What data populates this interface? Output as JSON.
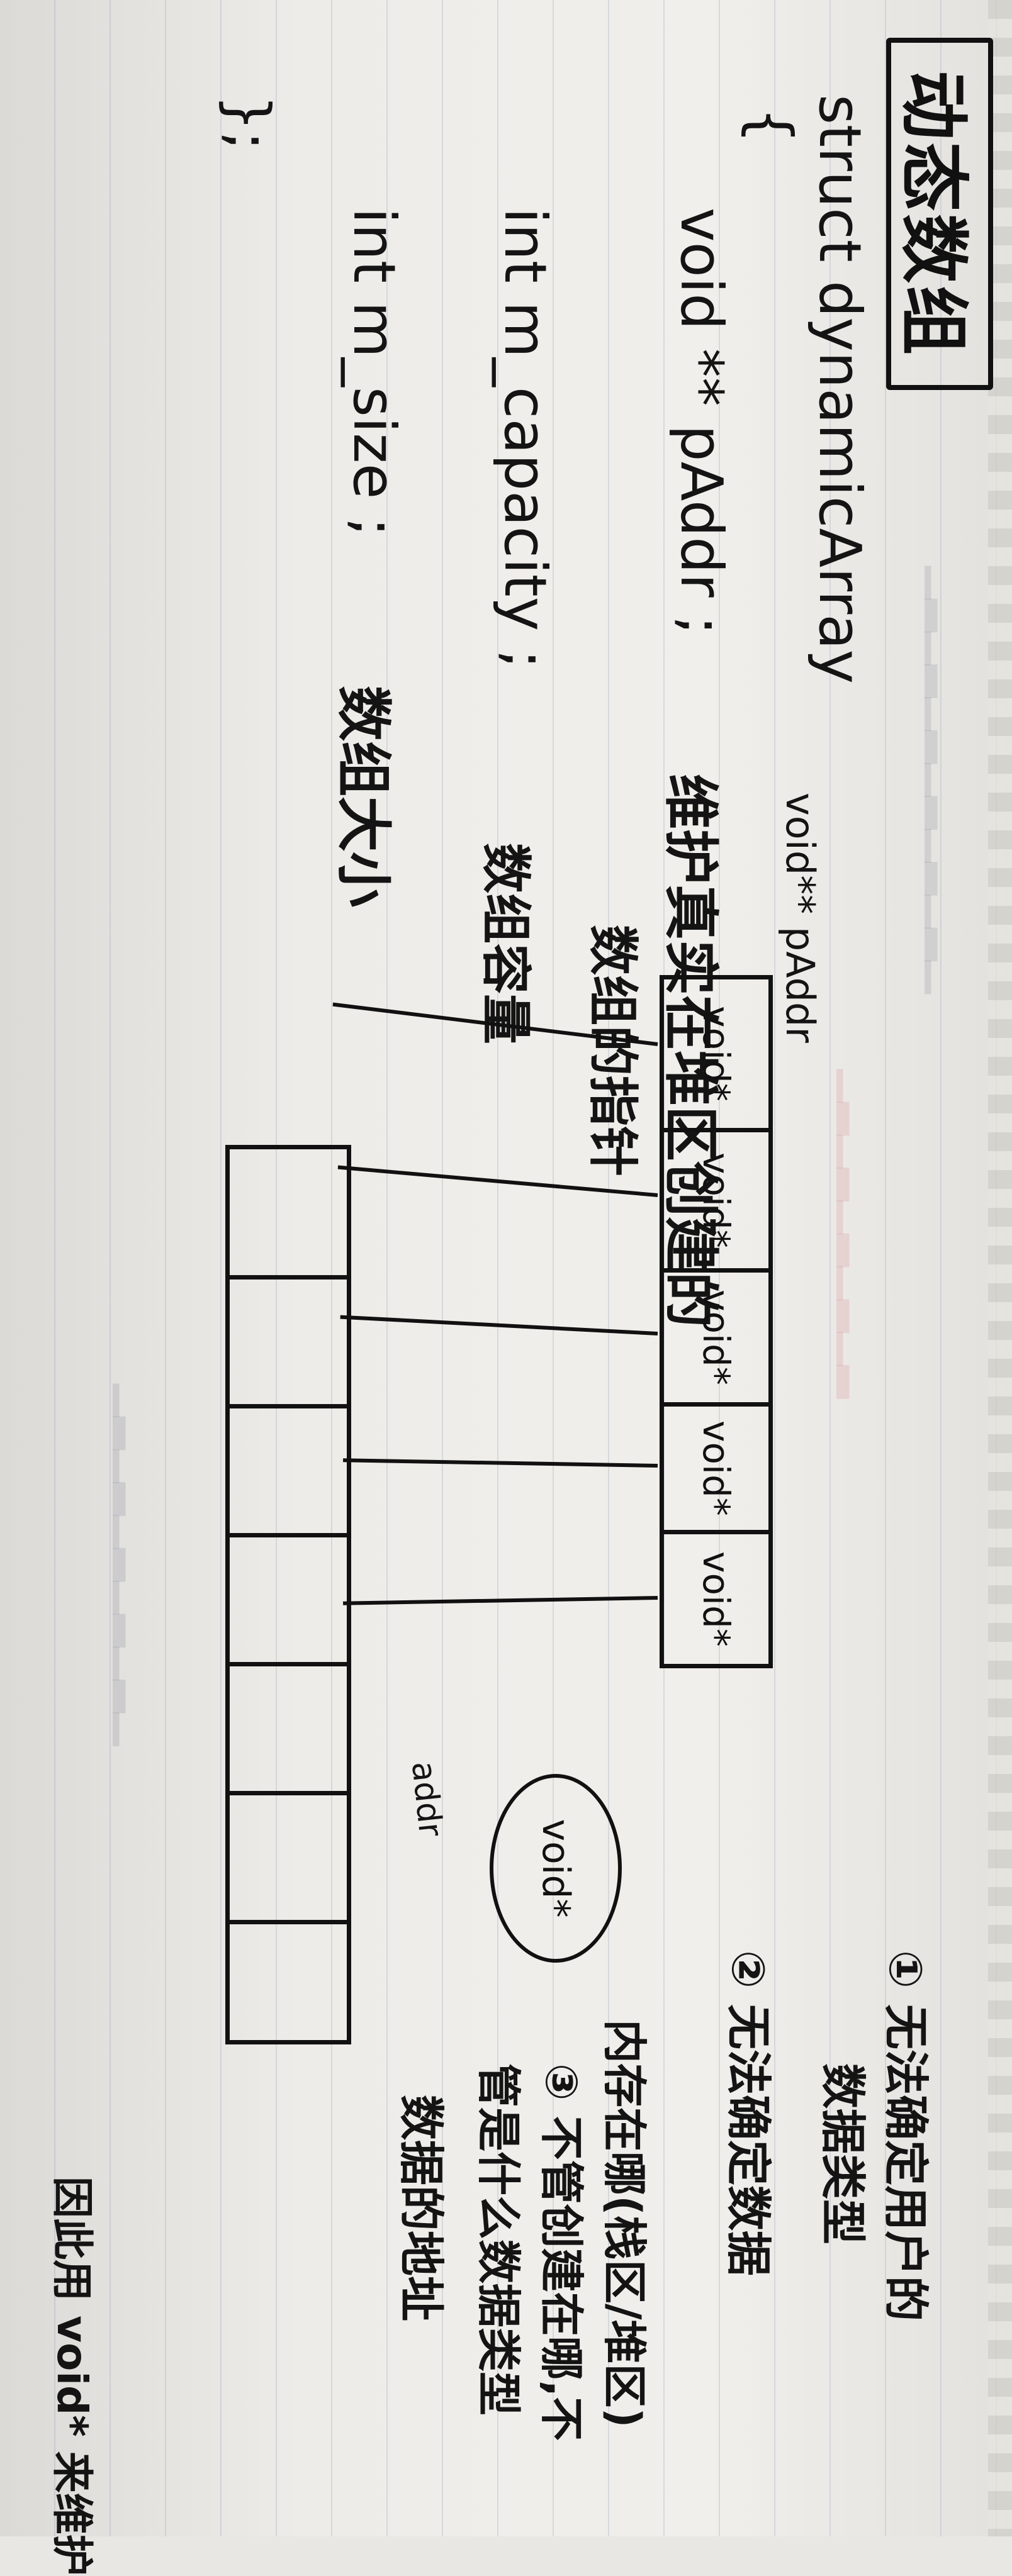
{
  "note": {
    "title": "动态数组",
    "struct_line": "struct dynamicArray",
    "open_brace": "{",
    "fields": [
      {
        "code": "void ** pAddr ;",
        "comment": "维护真实在堆区创建的",
        "comment2": "数组的指针"
      },
      {
        "code": "int m_capacity ;",
        "comment": "数组容量"
      },
      {
        "code": "int m_size ;",
        "comment": "数组大小"
      }
    ],
    "close_brace": "};",
    "diagram": {
      "pointer_label": "void** pAddr",
      "cells": [
        "void*",
        "void*",
        "void*",
        "void*",
        "void*"
      ],
      "element_count": 7,
      "ellipse_label": "void*",
      "addr_label": "addr"
    },
    "side_notes": {
      "n1": "① 无法确定用户的",
      "n1b": "数据类型",
      "n2": "② 无法确定数据",
      "n3": "内存在哪(栈区/堆区)",
      "n3b": "③ 不管创建在哪,不",
      "n3c": "管是什么数据类型",
      "n3d": "数据的地址",
      "n4": "因此用 void* 来维护"
    }
  }
}
